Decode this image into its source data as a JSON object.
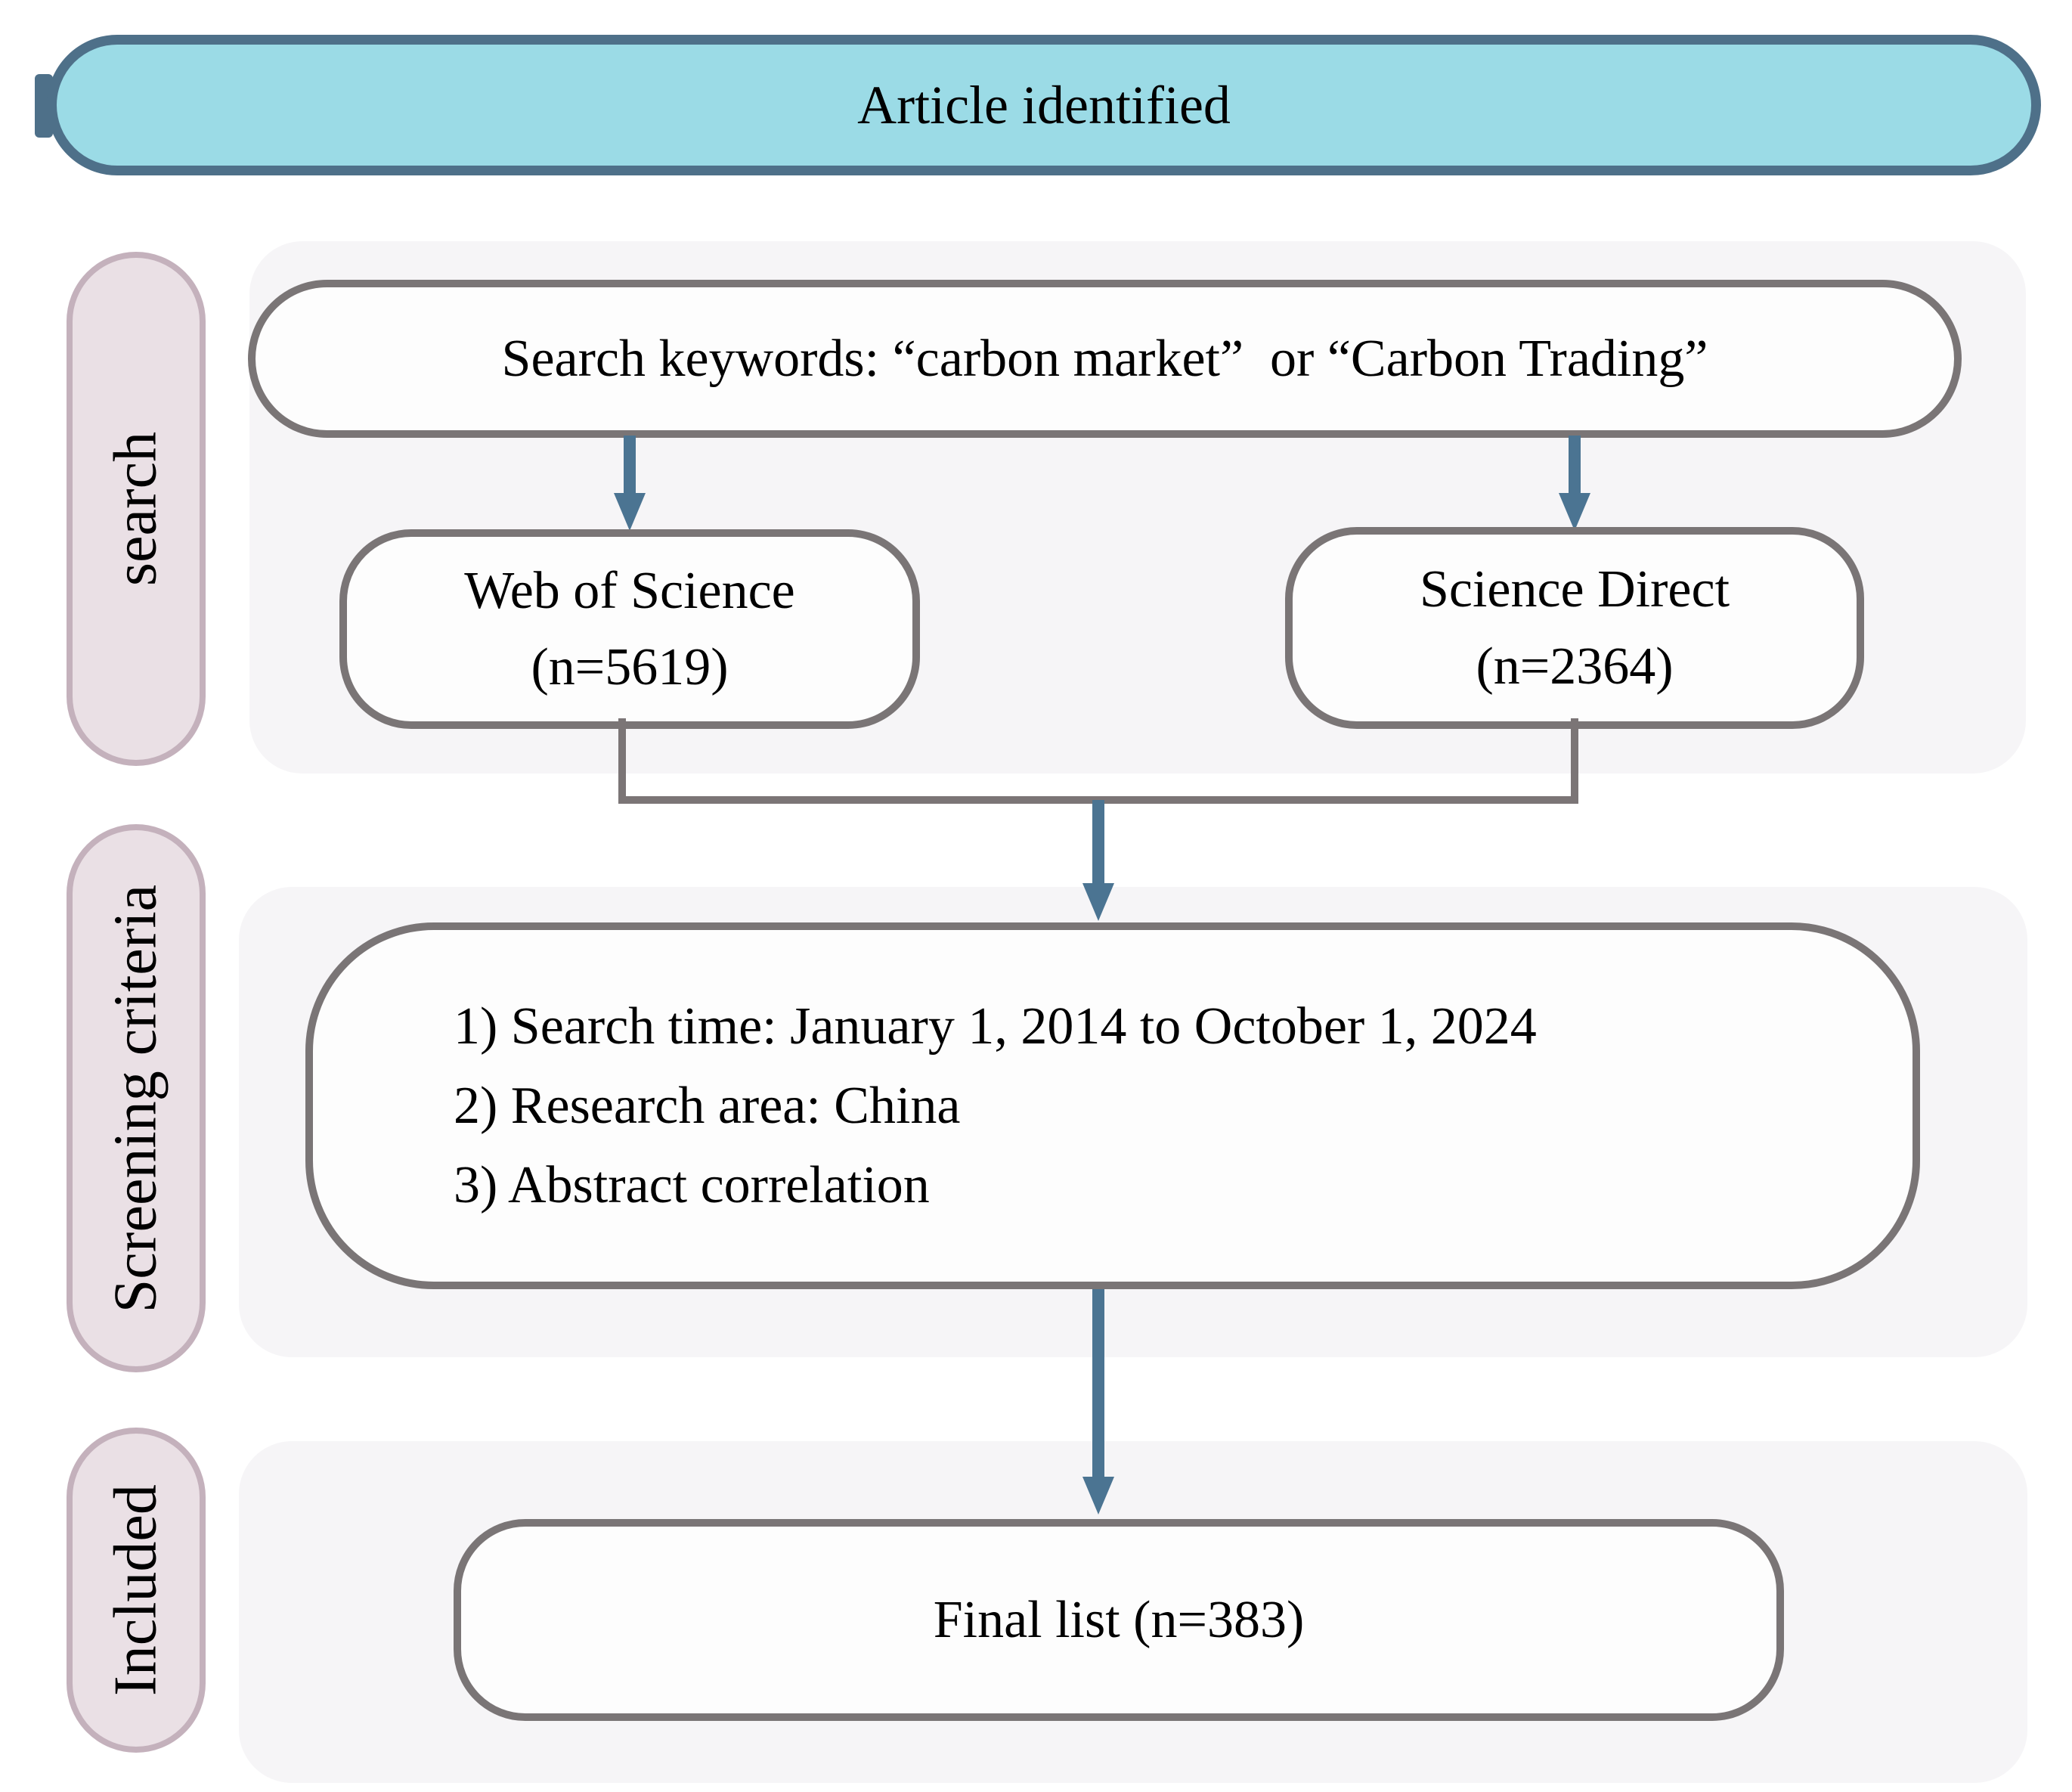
{
  "banner": {
    "label": "Article identified"
  },
  "stages": {
    "search": {
      "label": "search"
    },
    "screening": {
      "label": "Screening criteria"
    },
    "included": {
      "label": "Included"
    }
  },
  "nodes": {
    "keywords": {
      "text": "Search keywords: “carbon market”  or “Carbon Trading”"
    },
    "web_of_science": {
      "line1": "Web of Science",
      "line2": "(n=5619)"
    },
    "science_direct": {
      "line1": "Science Direct",
      "line2": "(n=2364)"
    },
    "criteria": {
      "items": [
        "1) Search time: January 1, 2014 to October 1, 2024",
        "2) Research area: China",
        "3) Abstract correlation"
      ]
    },
    "final": {
      "text": "Final list (n=383)"
    }
  },
  "colors": {
    "banner_fill": "#9bdbe6",
    "banner_border": "#4e7089",
    "stage_pill_fill": "#eae0e5",
    "stage_pill_border": "#c4b1bc",
    "node_border": "#7a7576",
    "connector": "#7b7576",
    "arrow": "#4b7492",
    "section_background": "#f6f5f7"
  }
}
